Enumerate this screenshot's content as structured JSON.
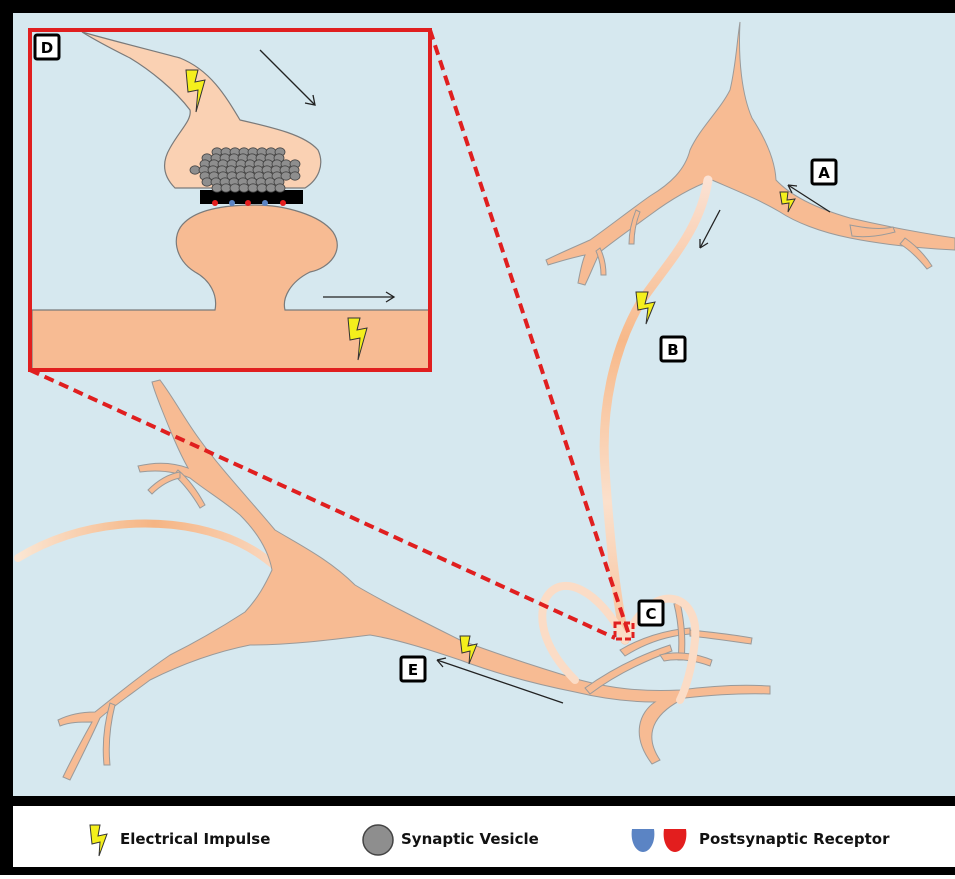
{
  "diagram": {
    "labels": {
      "a": "A",
      "b": "B",
      "c": "C",
      "d": "D",
      "e": "E"
    },
    "legend": {
      "electrical_impulse": "Electrical Impulse",
      "synaptic_vesicle": "Synaptic Vesicle",
      "postsynaptic_receptor": "Postsynaptic Receptor"
    },
    "icons": {
      "impulse": "lightning-bolt-icon",
      "vesicle": "synaptic-vesicle-icon",
      "receptor": "postsynaptic-receptor-icon"
    },
    "colors": {
      "background": "#d6e8ef",
      "neuron": "#f7bb93",
      "neuron_light": "#fad6bd",
      "outline": "#a9a9a9",
      "zoom_box": "#e01f1f",
      "impulse": "#f4ef1c",
      "vesicle": "#8e8e8e",
      "receptor_blue": "#5b84c4",
      "receptor_red": "#e31e1e"
    }
  }
}
